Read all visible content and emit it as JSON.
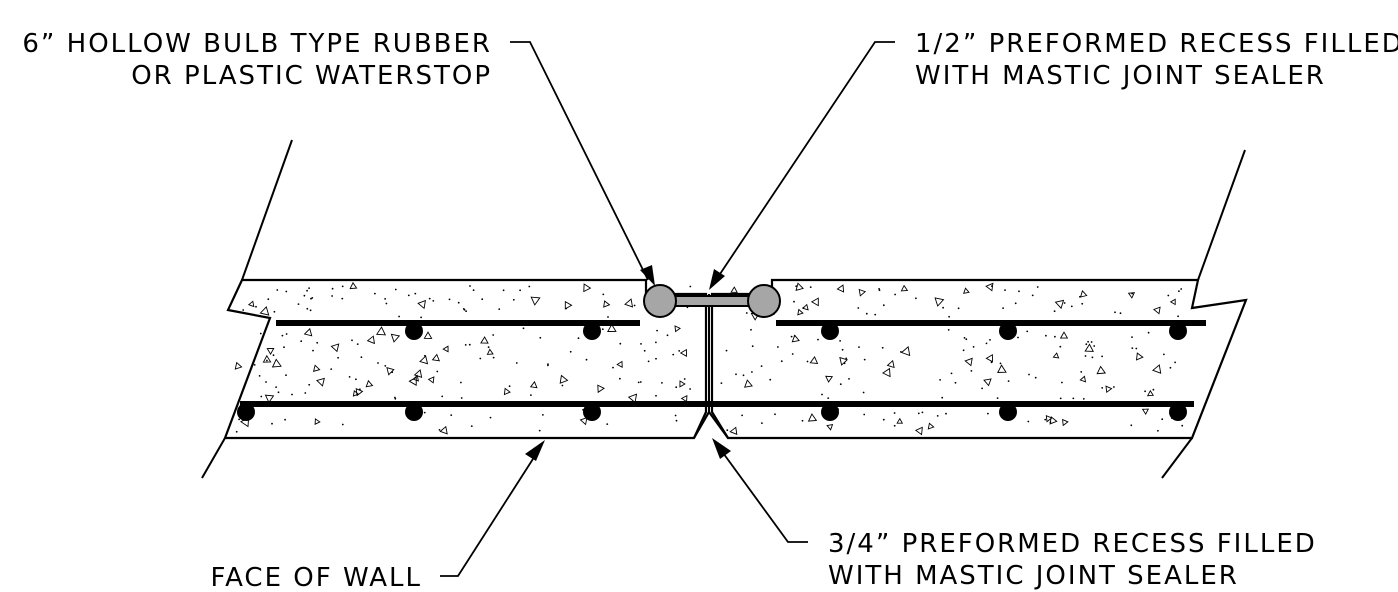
{
  "labels": {
    "waterstop_line1": "6” HOLLOW BULB TYPE RUBBER",
    "waterstop_line2": "OR PLASTIC WATERSTOP",
    "top_recess_line1": "1/2” PREFORMED RECESS FILLED",
    "top_recess_line2": "WITH MASTIC JOINT SEALER",
    "bottom_recess_line1": "3/4” PREFORMED RECESS FILLED",
    "bottom_recess_line2": "WITH MASTIC JOINT SEALER",
    "face_of_wall": "FACE OF WALL"
  },
  "colors": {
    "line": "#000000",
    "waterstop_fill": "#a6a6a6",
    "background": "#ffffff"
  }
}
